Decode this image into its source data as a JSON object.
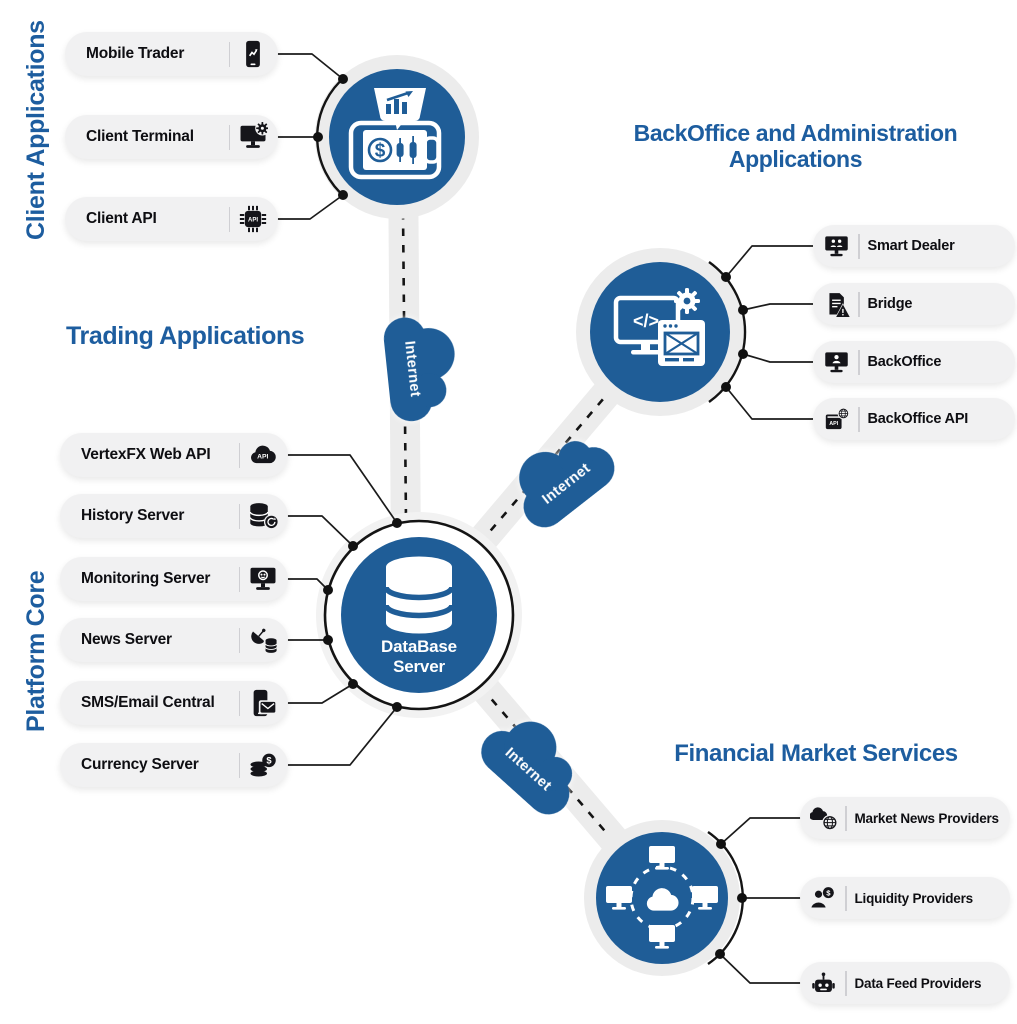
{
  "colors": {
    "hub_blue": "#1f5d97",
    "heading_blue": "#1d5d9f",
    "pill_background": "#f1f1f2",
    "pill_text": "#0e0e12",
    "connector_line": "#1b1b1b",
    "band_gray": "#ececec"
  },
  "groups": {
    "client": {
      "title": "Client Applications",
      "items": [
        {
          "label": "Mobile Trader",
          "icon": "mobile-trader-chart-icon"
        },
        {
          "label": "Client Terminal",
          "icon": "terminal-gear-icon"
        },
        {
          "label": "Client API",
          "icon": "api-chip-icon"
        }
      ]
    },
    "trading": {
      "title": "Trading Applications"
    },
    "platform": {
      "title": "Platform Core",
      "items": [
        {
          "label": "VertexFX Web API",
          "icon": "cloud-api-icon"
        },
        {
          "label": "History Server",
          "icon": "database-refresh-icon"
        },
        {
          "label": "Monitoring Server",
          "icon": "monitor-face-icon"
        },
        {
          "label": "News Server",
          "icon": "satellite-database-icon"
        },
        {
          "label": "SMS/Email Central",
          "icon": "phone-envelope-icon"
        },
        {
          "label": "Currency Server",
          "icon": "coins-dollar-icon"
        }
      ]
    },
    "backoffice": {
      "title": "BackOffice and Administration Applications",
      "items": [
        {
          "label": "Smart Dealer",
          "icon": "dealer-monitor-icon"
        },
        {
          "label": "Bridge",
          "icon": "document-warning-icon"
        },
        {
          "label": "BackOffice",
          "icon": "monitor-person-icon"
        },
        {
          "label": "BackOffice API",
          "icon": "api-globe-icon"
        }
      ]
    },
    "financial": {
      "title": "Financial Market Services",
      "items": [
        {
          "label": "Market News Providers",
          "icon": "cloud-globe-icon"
        },
        {
          "label": "Liquidity Providers",
          "icon": "person-dollar-icon"
        },
        {
          "label": "Data Feed Providers",
          "icon": "robot-icon"
        }
      ]
    }
  },
  "hubs": {
    "client_hub": {
      "icon": "mobile-trading-icon"
    },
    "backoffice_hub": {
      "icon": "admin-console-icon"
    },
    "database_hub": {
      "label": "DataBase Server",
      "icon": "database-cylinder-icon"
    },
    "market_hub": {
      "icon": "network-cloud-icon"
    }
  },
  "clouds": [
    {
      "label": "Internet"
    },
    {
      "label": "Internet"
    },
    {
      "label": "Internet"
    }
  ]
}
